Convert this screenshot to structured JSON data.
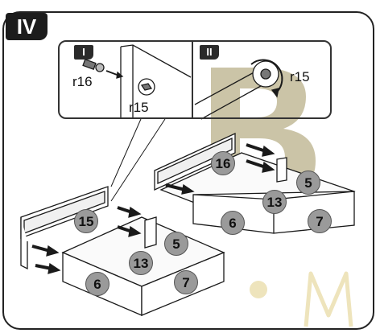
{
  "step": {
    "label": "IV"
  },
  "detail": {
    "panel_1": {
      "badge": "I",
      "part_a": "r16",
      "part_b": "r15"
    },
    "panel_2": {
      "badge": "II",
      "part": "r15"
    }
  },
  "drawer_back": {
    "labels": {
      "front": "6",
      "back": "13",
      "right": "7",
      "side": "5",
      "back_panel": "16"
    }
  },
  "drawer_front": {
    "labels": {
      "front": "6",
      "back": "13",
      "right": "7",
      "side": "5",
      "back_panel": "15"
    }
  },
  "watermark": {
    "letter_1": "B",
    "letter_2": "M"
  },
  "colors": {
    "line": "#1a1a1a",
    "badge_bg": "#1c1c1c",
    "label_circle": "#9a9a9a",
    "watermark": "#d9cfa6"
  }
}
